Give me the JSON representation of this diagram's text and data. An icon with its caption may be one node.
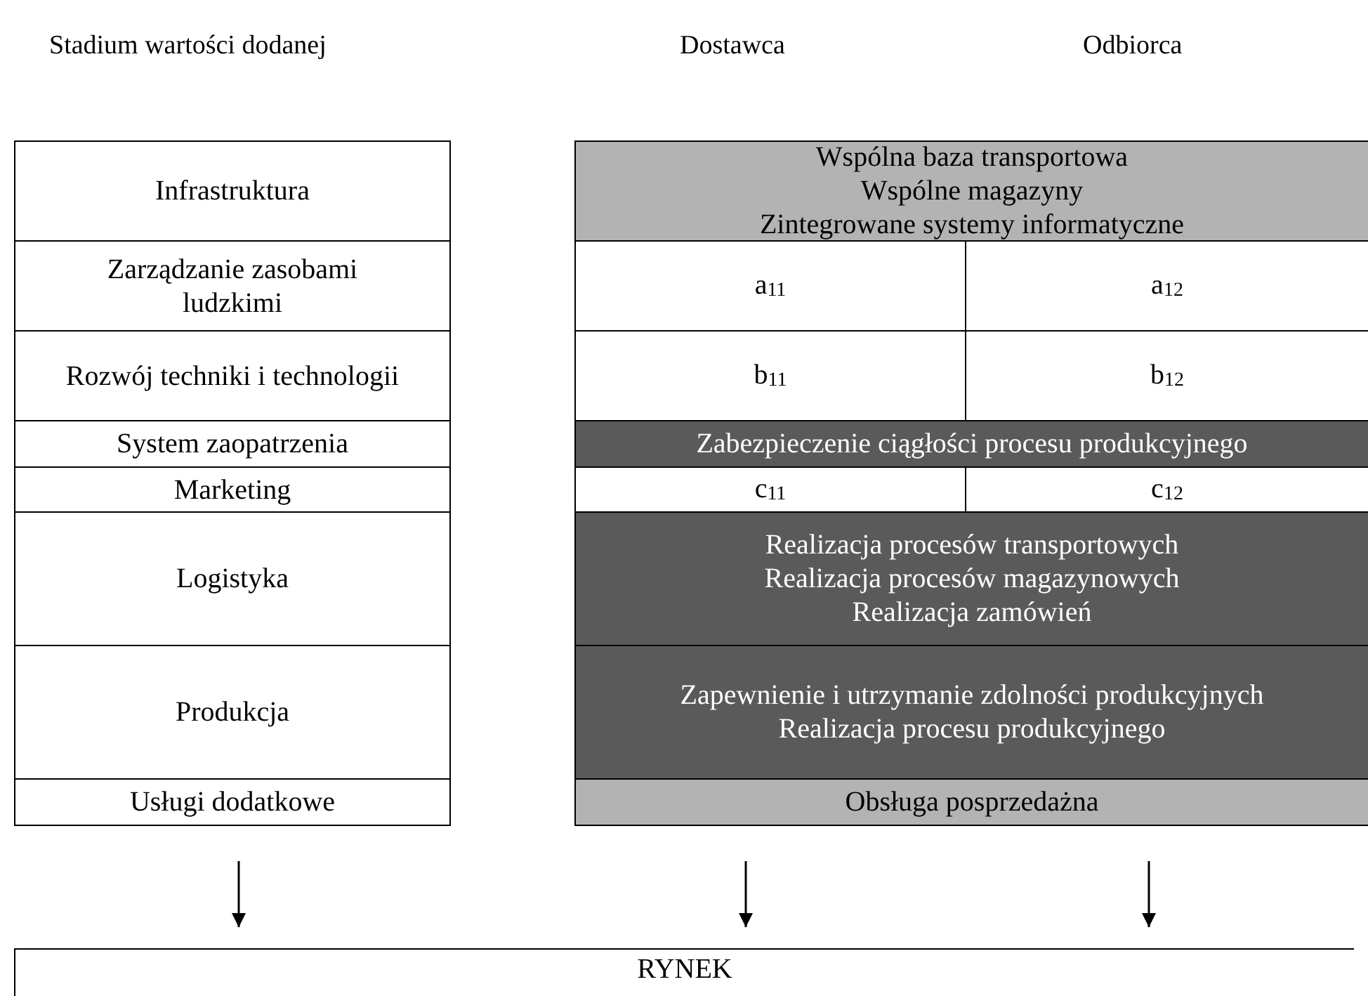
{
  "diagram": {
    "nodes": [
      {
        "text": [
          "Infrastruktura"
        ]
      },
      {
        "text": [
          "Zarządzanie zasobami ludzkimi"
        ]
      },
      {
        "text": [
          "Rozwój techniki i technologii"
        ]
      },
      {
        "text": [
          "System zaopatrzenia"
        ]
      },
      {
        "text": [
          "Marketing"
        ]
      },
      {
        "text": [
          "Logistyka"
        ]
      },
      {
        "text": [
          "Produkcja"
        ]
      },
      {
        "text": [
          "Usługi dodatkowe"
        ]
      },
      {
        "text": [
          "Wspólna baza transportowa",
          "Wspólne magazyny",
          "Zintegrowane systemy informatyczne"
        ]
      },
      {
        "text": [
          "a$_{11}$"
        ]
      },
      {
        "text": [
          "a$_{12}$"
        ]
      },
      {
        "text": [
          "b$_{11}$"
        ]
      },
      {
        "text": [
          "b$_{12}$"
        ]
      },
      {
        "text": [
          "Zabezpieczenie ciągłości procesu produkcyjnego"
        ]
      },
      {
        "text": [
          "c$_{11}$"
        ]
      },
      {
        "text": [
          "c$_{12}$"
        ]
      },
      {
        "text": [
          "Realizacja procesów transportowych",
          "Realizacja procesów magazynowych",
          "Realizacja zamówień"
        ]
      },
      {
        "text": [
          "Zapewnienie i utrzymanie zdolności produkcyjnych",
          "Realizacja procesu produkcyjnego"
        ]
      },
      {
        "text": [
          "Obsługa posprzedażna"
        ]
      },
      {
        "text": [
          "RYNEK"
        ]
      }
    ],
    "edges": [
      {
        "from": null,
        "to": 19,
        "arrow": "to"
      },
      {
        "from": null,
        "to": 19,
        "arrow": "to"
      },
      {
        "from": null,
        "to": 19,
        "arrow": "to"
      }
    ],
    "labels": [
      "Stadium wartości dodanej",
      "Dostawca",
      "Odbiorca"
    ]
  }
}
